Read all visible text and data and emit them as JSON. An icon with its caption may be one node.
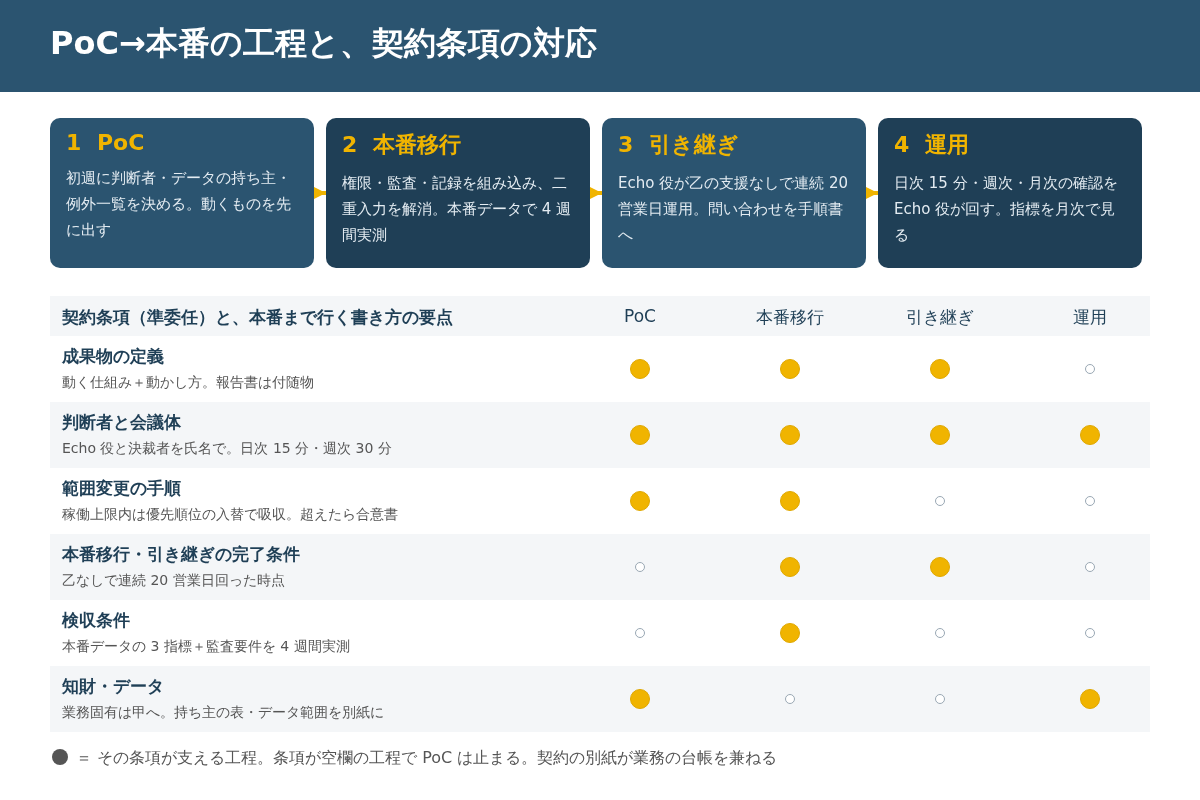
{
  "diagram": {
    "title": "PoC→本番の工程と、契約条項の対応",
    "nodes": [
      {
        "text": [
          "1 PoC",
          "初週に判断者・データの持ち主・例外一覧を決める。動くものを先に出す"
        ]
      },
      {
        "text": [
          "2 本番移行",
          "権限・監査・記録を組み込み、二重入力を解消。本番データで 4 週間実測"
        ]
      },
      {
        "text": [
          "3 引き継ぎ",
          "Echo 役が乙の支援なしで連続 20 営業日運用。問い合わせを手順書へ"
        ]
      },
      {
        "text": [
          "4 運用",
          "日次 15 分・週次・月次の確認を Echo 役が回す。指標を月次で見る"
        ]
      },
      {
        "text": [],
        "shape": "dot"
      },
      {
        "text": [],
        "shape": "dot"
      },
      {
        "text": [],
        "shape": "dot"
      },
      {
        "text": [],
        "shape": "circle"
      },
      {
        "text": [],
        "shape": "dot"
      },
      {
        "text": [],
        "shape": "dot"
      },
      {
        "text": [],
        "shape": "dot"
      },
      {
        "text": [],
        "shape": "dot"
      },
      {
        "text": [],
        "shape": "dot"
      },
      {
        "text": [],
        "shape": "dot"
      },
      {
        "text": [],
        "shape": "circle"
      },
      {
        "text": [],
        "shape": "circle"
      },
      {
        "text": [],
        "shape": "circle"
      },
      {
        "text": [],
        "shape": "dot"
      },
      {
        "text": [],
        "shape": "dot"
      },
      {
        "text": [],
        "shape": "circle"
      },
      {
        "text": [],
        "shape": "circle"
      },
      {
        "text": [],
        "shape": "dot"
      },
      {
        "text": [],
        "shape": "circle"
      },
      {
        "text": [],
        "shape": "circle"
      },
      {
        "text": [],
        "shape": "dot"
      },
      {
        "text": [],
        "shape": "circle"
      },
      {
        "text": [],
        "shape": "circle"
      },
      {
        "text": [],
        "shape": "dot"
      }
    ],
    "edges": [
      {
        "from": 0,
        "to": 1,
        "arrow": "to"
      },
      {
        "from": 1,
        "to": 2,
        "arrow": "to"
      },
      {
        "from": 2,
        "to": 3,
        "arrow": "to"
      }
    ],
    "labels": [
      "契約条項（準委任）と、本番まで行く書き方の要点",
      "PoC",
      "本番移行",
      "引き継ぎ",
      "運用",
      "成果物の定義",
      "動く仕組み＋動かし方。報告書は付随物",
      "判断者と会議体",
      "Echo 役と決裁者を氏名で。日次 15 分・週次 30 分",
      "範囲変更の手順",
      "稼働上限内は優先順位の入替で吸収。超えたら合意書",
      "本番移行・引き継ぎの完了条件",
      "乙なしで連続 20 営業日回った時点",
      "検収条件",
      "本番データの 3 指標＋監査要件を 4 週間実測",
      "知財・データ",
      "業務固有は甲へ。持ち主の表・データ範囲を別紙に"
    ],
    "legend": [
      {
        "text": "＝ その条項が支える工程。条項が空欄の工程で PoC は止まる。契約の別紙が業務の台帳を兼ねる",
        "color": "#555555"
      }
    ]
  }
}
